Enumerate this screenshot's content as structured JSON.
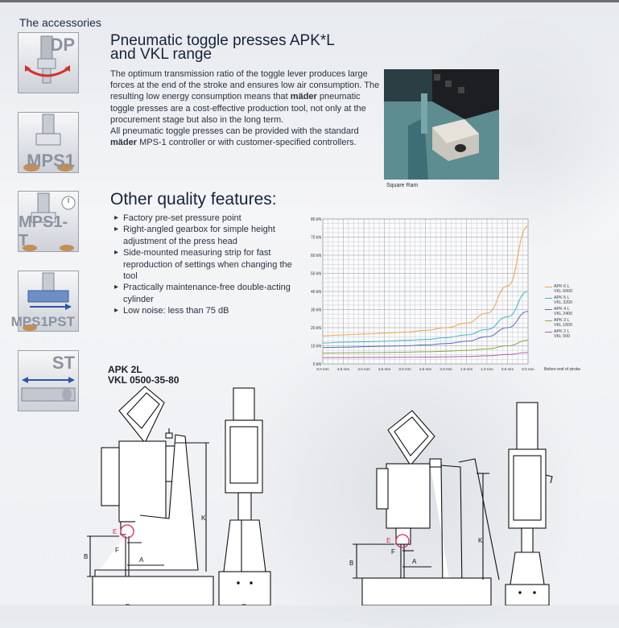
{
  "section_title": "The accessories",
  "heading_main": "Pneumatic toggle presses APK*L and VKL range",
  "heading_main_line1": "Pneumatic toggle presses APK*L",
  "heading_main_line2": "and VKL range",
  "intro": {
    "p1": "The optimum transmission ratio of the toggle lever produces large forces at the end of the stroke and ensures low air consumption. The resulting low energy consumption means that ",
    "brand1": "mäder",
    "p2": " pneumatic toggle presses are a cost-effective production tool, not only at the procurement stage but also in the long term.",
    "p3": "All pneumatic toggle presses can be provided with the standard ",
    "brand2": "mäder",
    "p4": " MPS-1 controller or with customer-specified controllers."
  },
  "photo_caption": "Square Ram",
  "features_heading": "Other quality features:",
  "features": [
    "Factory pre-set pressure point",
    "Right-angled gearbox for simple height adjustment of the press head",
    "Side-mounted measuring strip for fast reproduction of settings when changing the tool",
    "Practically maintenance-free double-acting cylinder",
    "Low noise: less than 75 dB"
  ],
  "icons": [
    {
      "label": "DP",
      "name": "dp-accessory-icon"
    },
    {
      "label": "MPS1",
      "name": "mps1-accessory-icon"
    },
    {
      "label": "MPS1-T",
      "name": "mps1-t-accessory-icon"
    },
    {
      "label": "MPS1PST",
      "name": "mps1pst-accessory-icon"
    },
    {
      "label": "ST",
      "name": "st-accessory-icon"
    }
  ],
  "model": {
    "line1": "APK 2L",
    "line2": "VKL 0500-35-80"
  },
  "drawing_labels": {
    "E": "E",
    "F": "F",
    "A": "A",
    "B": "B",
    "K": "K",
    "D": "D",
    "C": "C"
  },
  "chart_data": {
    "type": "line",
    "x_tick_labels": [
      "5.0 mm",
      "4.5 mm",
      "4.0 mm",
      "3.5 mm",
      "3.0 mm",
      "2.5 mm",
      "2.0 mm",
      "1.5 mm",
      "1.0 mm",
      "0.5 mm",
      "0.0 mm"
    ],
    "x_suffix": "Before end of stroke",
    "x": [
      5.0,
      4.5,
      4.0,
      3.5,
      3.0,
      2.5,
      2.0,
      1.5,
      1.0,
      0.5,
      0.0
    ],
    "ylim": [
      0,
      80
    ],
    "y_tick_labels": [
      "0 kN",
      "10 kN",
      "20 kN",
      "30 kN",
      "40 kN",
      "50 kN",
      "60 kN",
      "70 kN",
      "80 kN"
    ],
    "grid": true,
    "legend_position": "right",
    "series": [
      {
        "name": "APK 6 L",
        "name2": "VKL 6000",
        "color": "#f2a23c",
        "values": [
          15.5,
          16,
          16.5,
          17,
          17.5,
          18.5,
          20,
          22.5,
          28,
          43,
          76
        ]
      },
      {
        "name": "APK 5 L",
        "name2": "VKL 3200",
        "color": "#3fb7c8",
        "values": [
          11.5,
          12,
          12.2,
          12.5,
          13,
          13.5,
          14.5,
          16,
          19,
          26,
          40
        ]
      },
      {
        "name": "APK 4 L",
        "name2": "VKL 2400",
        "color": "#5a6cb8",
        "values": [
          9,
          9.2,
          9.5,
          9.8,
          10,
          10.5,
          11.2,
          12.5,
          15,
          20,
          29
        ]
      },
      {
        "name": "APK 3 L",
        "name2": "VKL 1600",
        "color": "#8aa83a",
        "values": [
          6,
          6.1,
          6.2,
          6.3,
          6.5,
          6.7,
          7,
          7.5,
          8.3,
          10,
          13
        ]
      },
      {
        "name": "APK 2 L",
        "name2": "VKL 500",
        "color": "#b05cb0",
        "values": [
          3.5,
          3.5,
          3.6,
          3.6,
          3.7,
          3.8,
          3.9,
          4.1,
          4.5,
          5.2,
          6.3
        ]
      }
    ]
  }
}
